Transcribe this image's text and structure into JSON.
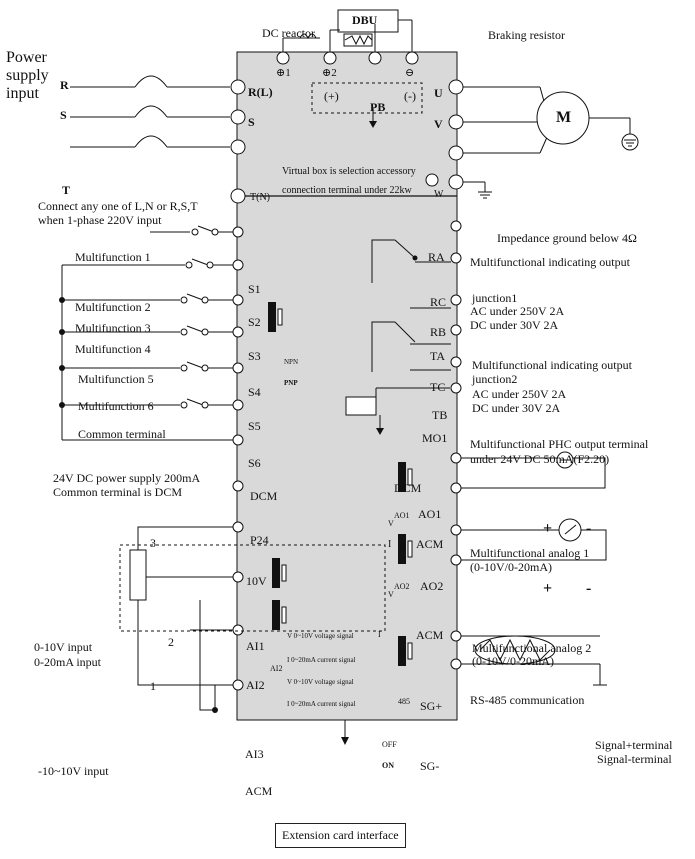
{
  "top": {
    "dbu": "DBU",
    "dc_reactor": "DC reactor",
    "braking_resistor": "Braking resistor",
    "terminal_numbers": {
      "plus1": "⊕1",
      "plus2": "⊕2",
      "minus": "⊖"
    },
    "pb_plus": "(+)",
    "pb_minus": "(-)",
    "pb": "PB"
  },
  "power": {
    "title_line1": "Power",
    "title_line2": "supply",
    "title_line3": "input",
    "r": "R",
    "s": "S",
    "t": "T",
    "single_phase_note_1": "Connect any one of L,N or R,S,T",
    "single_phase_note_2": "when 1-phase 220V input"
  },
  "inverter_terminals": {
    "r_l": "R(L)",
    "s": "S",
    "t_n": "T(N)",
    "u": "U",
    "v": "V",
    "w": "W",
    "virtual_box_1": "Virtual box is selection accessory",
    "virtual_box_2": "connection terminal under 22kw",
    "s1": "S1",
    "s2": "S2",
    "s3": "S3",
    "s4": "S4",
    "s5": "S5",
    "s6": "S6",
    "dcm": "DCM",
    "p24": "P24",
    "v10": "10V",
    "ai1": "AI1",
    "ai2": "AI2",
    "ai3": "AI3",
    "acm_bottom": "ACM",
    "npn": "NPN",
    "pnp": "PNP",
    "ra": "RA",
    "rc": "RC",
    "rb": "RB",
    "ta": "TA",
    "tc": "TC",
    "tb": "TB",
    "mo1": "MO1",
    "dcm_right": "DCM",
    "ao1": "AO1",
    "ao1_small": "AO1",
    "v_small": "V",
    "i_small": "I",
    "acm1": "ACM",
    "ao2": "AO2",
    "ao2_small": "AO2",
    "acm2": "ACM",
    "sg_plus": "SG+",
    "sg_minus": "SG-",
    "n485": "485",
    "off": "OFF",
    "on": "ON",
    "ai1_v_signal": "V 0~10V voltage signal",
    "ai1_i_signal": "I 0~20mA current signal",
    "ai2_v_signal": "V 0~10V voltage signal",
    "ai2_i_signal": "I 0~20mA current signal",
    "ai2_small": "AI2",
    "i_right": "I"
  },
  "left_labels": {
    "mf1": "Multifunction 1",
    "mf2": "Multifunction  2",
    "mf3": "Multifunction  3",
    "mf4": "Multifunction  4",
    "mf5": "Multifunction  5",
    "mf6": "Multifunction  6",
    "common": "Common terminal",
    "dc24_1": "24V DC power supply 200mA",
    "dc24_2": "Common terminal is DCM",
    "pot3": "3",
    "pot2": "2",
    "pot1": "1",
    "in_010_1": "0-10V input",
    "in_010_2": "0-20mA input",
    "in_m10": "-10~10V input"
  },
  "right_labels": {
    "motor": "M",
    "impedance": "Impedance ground below 4Ω",
    "mf_ind_out_1": "Multifunctional indicating output",
    "junction1": "junction1",
    "j1_ac": "AC under 250V 2A",
    "j1_dc": "DC under 30V 2A",
    "mf_ind_out_2": "Multifunctional indicating output",
    "junction2": "junction2",
    "j2_ac": "AC under 250V 2A",
    "j2_dc": "DC under 30V 2A",
    "phc_1": "Multifunctional PHC output terminal",
    "phc_2": "under 24V DC 50mA(F2.20)",
    "analog1_1": "Multifunctional analog 1",
    "analog1_2": "(0-10V/0-20mA)",
    "plus": "+",
    "minus": "-",
    "analog2_1": "Multifunctional analog 2",
    "analog2_2": "(0-10V/0-20mA)",
    "rs485": "RS-485 communication",
    "sig_plus": "Signal+terminal",
    "sig_minus": "Signal-terminal"
  },
  "extension": "Extension card interface"
}
